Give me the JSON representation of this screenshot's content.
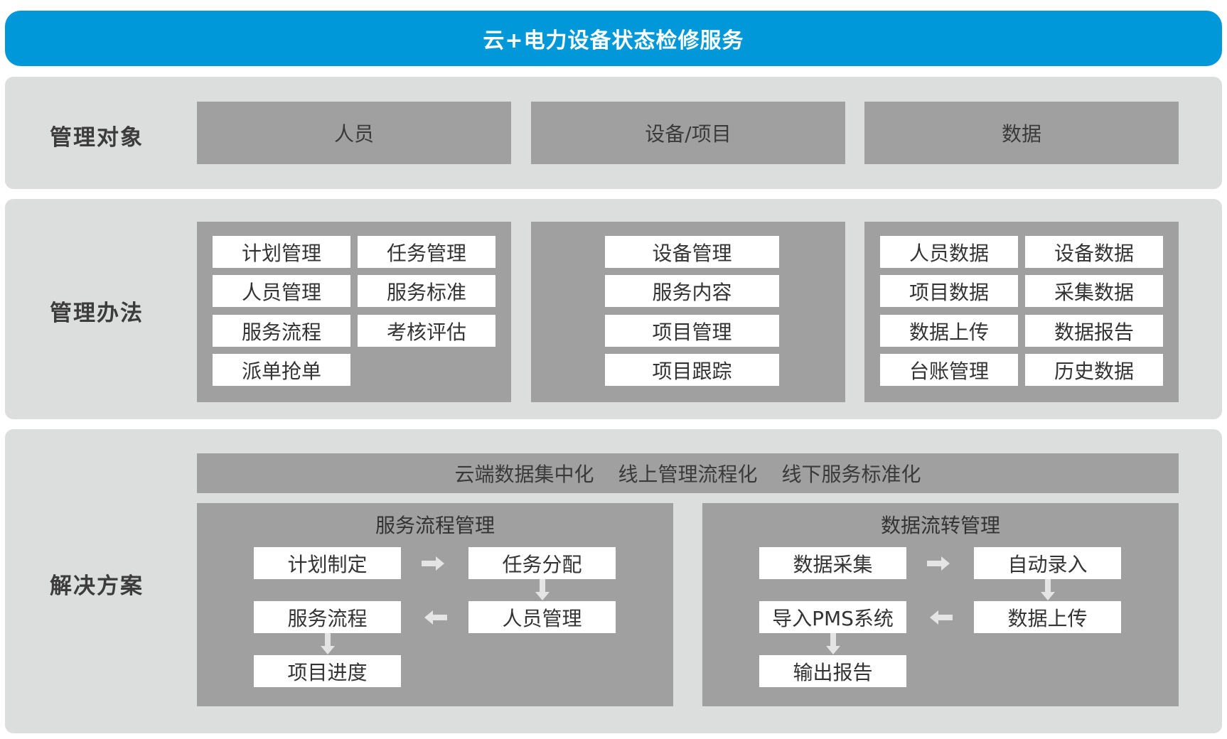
{
  "title": "云+电力设备状态检修服务",
  "objects": {
    "label": "管理对象",
    "items": [
      "人员",
      "设备/项目",
      "数据"
    ]
  },
  "methods": {
    "label": "管理办法",
    "people": [
      "计划管理",
      "任务管理",
      "人员管理",
      "服务标准",
      "服务流程",
      "考核评估",
      "派单抢单"
    ],
    "equipment": [
      "设备管理",
      "服务内容",
      "项目管理",
      "项目跟踪"
    ],
    "data": [
      "人员数据",
      "设备数据",
      "项目数据",
      "采集数据",
      "数据上传",
      "数据报告",
      "台账管理",
      "历史数据"
    ]
  },
  "solutions": {
    "label": "解决方案",
    "principles": [
      "云端数据集中化",
      "线上管理流程化",
      "线下服务标准化"
    ],
    "service_flow": {
      "title": "服务流程管理",
      "steps": [
        "计划制定",
        "任务分配",
        "人员管理",
        "服务流程",
        "项目进度"
      ]
    },
    "data_flow": {
      "title": "数据流转管理",
      "steps": [
        "数据采集",
        "自动录入",
        "数据上传",
        "导入PMS系统",
        "输出报告"
      ]
    }
  },
  "colors": {
    "header": "#0098d8",
    "band": "#dcdddd",
    "box": "#a0a0a0",
    "arrow": "#e4e4e4"
  }
}
